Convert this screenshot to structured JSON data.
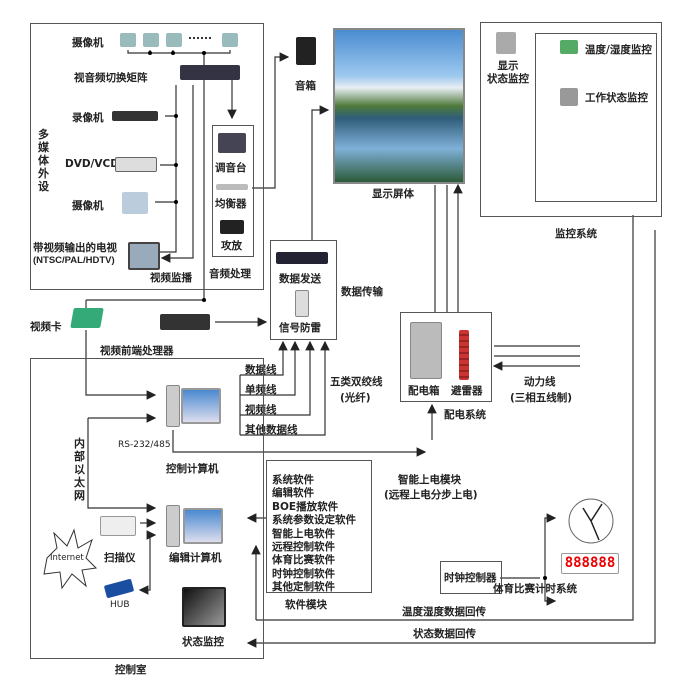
{
  "multimedia": {
    "title": "多媒体外设",
    "camera_row": "摄像机",
    "matrix": "视音频切换矩阵",
    "vcr": "录像机",
    "dvd": "DVD/VCD",
    "camera": "摄像机",
    "tv": "带视频输出的电视",
    "tv_std": "(NTSC/PAL/HDTV)",
    "video_monitor": "视频监播",
    "audio_proc": "音频处理",
    "dots": "......"
  },
  "audio": {
    "mixer": "调音台",
    "eq": "均衡器",
    "amp": "攻放",
    "speaker": "音箱"
  },
  "display": {
    "label": "显示屏体"
  },
  "monitor_sys": {
    "status_display": "显示\n状态监控",
    "temp": "温度/湿度监控",
    "work": "工作状态监控",
    "title": "监控系统"
  },
  "data": {
    "send": "数据发送",
    "surge": "信号防雷",
    "title": "数据传输",
    "cat5": "五类双绞线",
    "fiber": "(光纤)"
  },
  "lines": {
    "data": "数据线",
    "single": "单频线",
    "video": "视频线",
    "other": "其他数据线"
  },
  "control": {
    "video_card": "视频卡",
    "frontend": "视频前端处理器",
    "control_pc": "控制计算机",
    "rs": "RS-232/485",
    "ethernet": "内部以太网",
    "edit_pc": "编辑计算机",
    "scanner": "扫描仪",
    "internet": "Internet",
    "hub": "HUB",
    "status": "状态监控",
    "room": "控制室"
  },
  "power": {
    "box": "配电箱",
    "arrester": "避雷器",
    "title": "配电系统",
    "line": "动力线",
    "line_sub": "(三相五线制)",
    "module": "智能上电模块",
    "module_sub": "(远程上电分步上电)"
  },
  "software": {
    "items": [
      "系统软件",
      "编辑软件",
      "BOE播放软件",
      "系统参数设定软件",
      "智能上电软件",
      "远程控制软件",
      "体育比赛软件",
      "时钟控制软件",
      "其他定制软件"
    ],
    "title": "软件模块"
  },
  "timing": {
    "controller": "时钟控制器",
    "digits": "888888",
    "title": "体育比赛计时系统"
  },
  "returns": {
    "temp": "温度湿度数据回传",
    "status": "状态数据回传"
  }
}
